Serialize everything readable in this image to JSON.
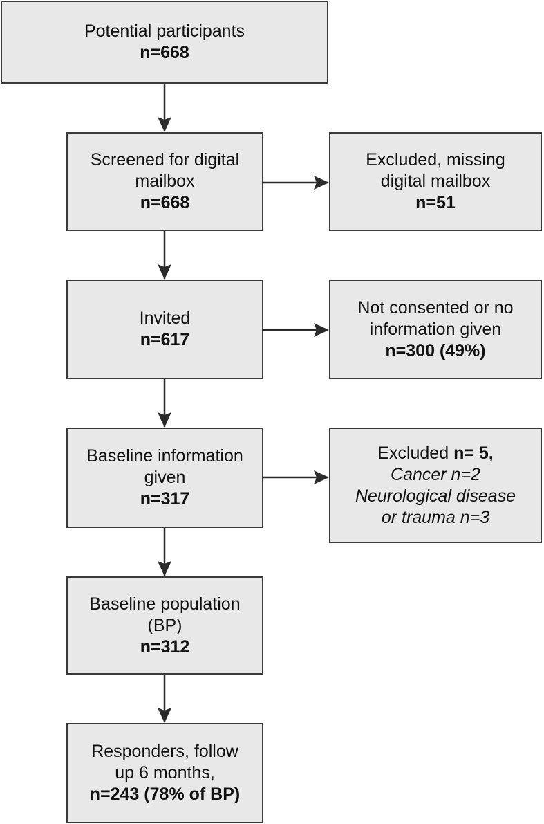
{
  "flowchart": {
    "potential": {
      "label": "Potential participants",
      "n": "n=668"
    },
    "screened": {
      "line1": "Screened for digital",
      "line2": "mailbox",
      "n": "n=668"
    },
    "excluded_mailbox": {
      "line1": "Excluded, missing",
      "line2": "digital mailbox",
      "n": "n=51"
    },
    "invited": {
      "label": "Invited",
      "n": "n=617"
    },
    "not_consented": {
      "line1": "Not consented or no",
      "line2": "information given",
      "n": "n=300 (49%)"
    },
    "baseline_info": {
      "line1": "Baseline information",
      "line2": "given",
      "n": "n=317"
    },
    "excluded_conditions": {
      "prefix": "Excluded ",
      "n": "n= 5,",
      "line2": "Cancer n=2",
      "line3": "Neurological disease",
      "line4": "or trauma n=3"
    },
    "baseline_pop": {
      "line1": "Baseline population",
      "line2": "(BP)",
      "n": "n=312"
    },
    "responders": {
      "line1": "Responders, follow",
      "line2": "up 6 months,",
      "n": "n=243 (78% of BP)"
    }
  },
  "colors": {
    "box_fill": "#e8e8e8",
    "box_border": "#3a3a3a",
    "arrow": "#2b2b2b"
  }
}
